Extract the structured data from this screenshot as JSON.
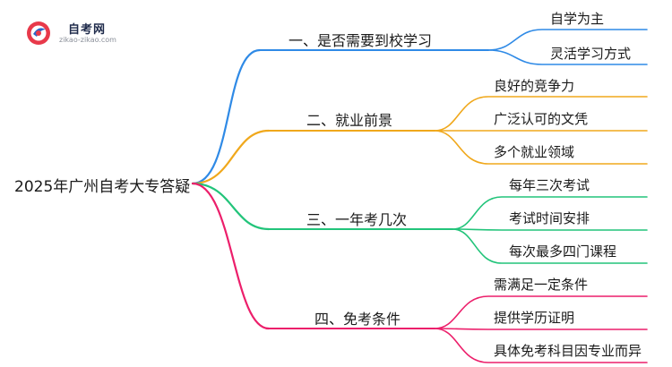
{
  "logo": {
    "name": "自考网",
    "url": "zikao-zikao.com"
  },
  "root": {
    "label": "2025年广州自考大专答疑"
  },
  "branches": [
    {
      "label": "一、是否需要到校学习",
      "color": "#2f8ae6",
      "children": [
        "自学为主",
        "灵活学习方式"
      ]
    },
    {
      "label": "二、就业前景",
      "color": "#f0a81c",
      "children": [
        "良好的竞争力",
        "广泛认可的文凭",
        "多个就业领域"
      ]
    },
    {
      "label": "三、一年考几次",
      "color": "#22c47a",
      "children": [
        "每年三次考试",
        "考试时间安排",
        "每次最多四门课程"
      ]
    },
    {
      "label": "四、免考条件",
      "color": "#ec1f6b",
      "children": [
        "需满足一定条件",
        "提供学历证明",
        "具体免考科目因专业而异"
      ]
    }
  ]
}
